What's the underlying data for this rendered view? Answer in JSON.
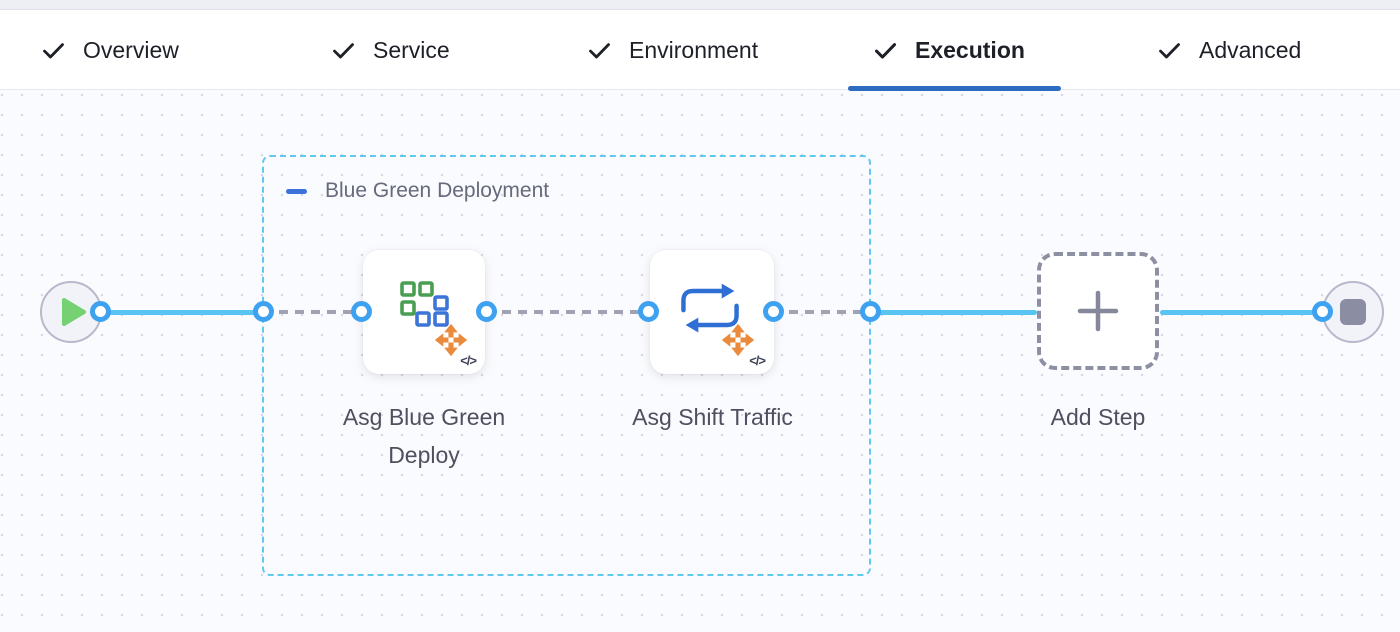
{
  "header": {
    "tabs": [
      {
        "label": "Overview",
        "icon": "check-icon",
        "completed": true,
        "active": false
      },
      {
        "label": "Service",
        "icon": "check-icon",
        "completed": true,
        "active": false
      },
      {
        "label": "Environment",
        "icon": "check-icon",
        "completed": true,
        "active": false
      },
      {
        "label": "Execution",
        "icon": "check-icon",
        "completed": true,
        "active": true
      },
      {
        "label": "Advanced",
        "icon": "check-icon",
        "completed": true,
        "active": false
      }
    ],
    "active_tab": "Execution"
  },
  "canvas": {
    "start_node": {
      "icon": "play-icon"
    },
    "end_node": {
      "icon": "stop-icon"
    },
    "group": {
      "label": "Blue Green Deployment",
      "collapse_icon": "minus-icon",
      "border_style": "dashed"
    },
    "steps": [
      {
        "label": "Asg Blue Green Deploy",
        "icon": "asg-blue-green-deploy-icon",
        "code_badge": "</>"
      },
      {
        "label": "Asg Shift Traffic",
        "icon": "asg-shift-traffic-icon",
        "code_badge": "</>"
      }
    ],
    "add_step": {
      "label": "Add Step",
      "icon": "plus-icon"
    }
  },
  "colors": {
    "active_tab_underline": "#2d6bc1",
    "solid_connector": "#58c4f2",
    "dashed_connector": "#a0a2b2",
    "port_ring": "#3ea2f0",
    "group_border": "#62c9ee",
    "play_green": "#76d172",
    "stop_gray": "#8b8ea3",
    "move_orange": "#e98a3c",
    "squares_green": "#4a9e52",
    "squares_blue": "#3c74d8",
    "cycle_blue": "#2f6fd3"
  }
}
